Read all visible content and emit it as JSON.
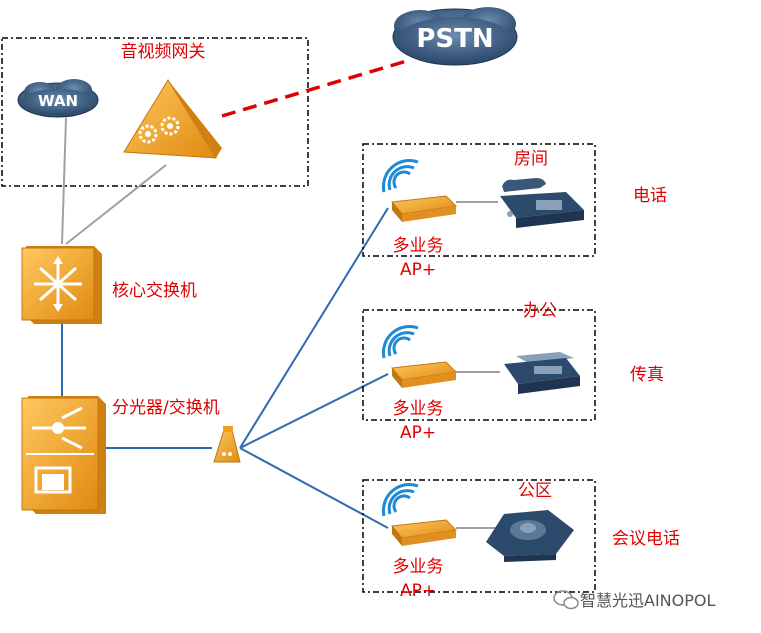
{
  "gateway_box_label": "音视频网关",
  "cloud_wan": "WAN",
  "cloud_pstn": "PSTN",
  "core_switch_label": "核心交换机",
  "splitter_label": "分光器/交换机",
  "rooms": [
    {
      "room": "房间",
      "ap_line1": "多业务",
      "ap_line2": "AP+",
      "device": "电话"
    },
    {
      "room": "办公",
      "ap_line1": "多业务",
      "ap_line2": "AP+",
      "device": "传真"
    },
    {
      "room": "公区",
      "ap_line1": "多业务",
      "ap_line2": "AP+",
      "device": "会议电话"
    }
  ],
  "watermark": "智慧光迅AINOPOL",
  "colors": {
    "label_red": "#e00000",
    "orange": "#f0a020",
    "link_blue": "#2e6ab0",
    "link_gray": "#a0a0a0",
    "pstn_dash": "#e00000",
    "cloud": "#3a5878"
  },
  "icons": [
    "wan-cloud",
    "pstn-cloud",
    "gateway-triangle-icon",
    "core-switch-icon",
    "splitter-icon",
    "optical-splitter-icon",
    "wifi-ap-icon",
    "desk-phone-icon",
    "fax-icon",
    "conference-phone-icon",
    "wechat-icon"
  ]
}
